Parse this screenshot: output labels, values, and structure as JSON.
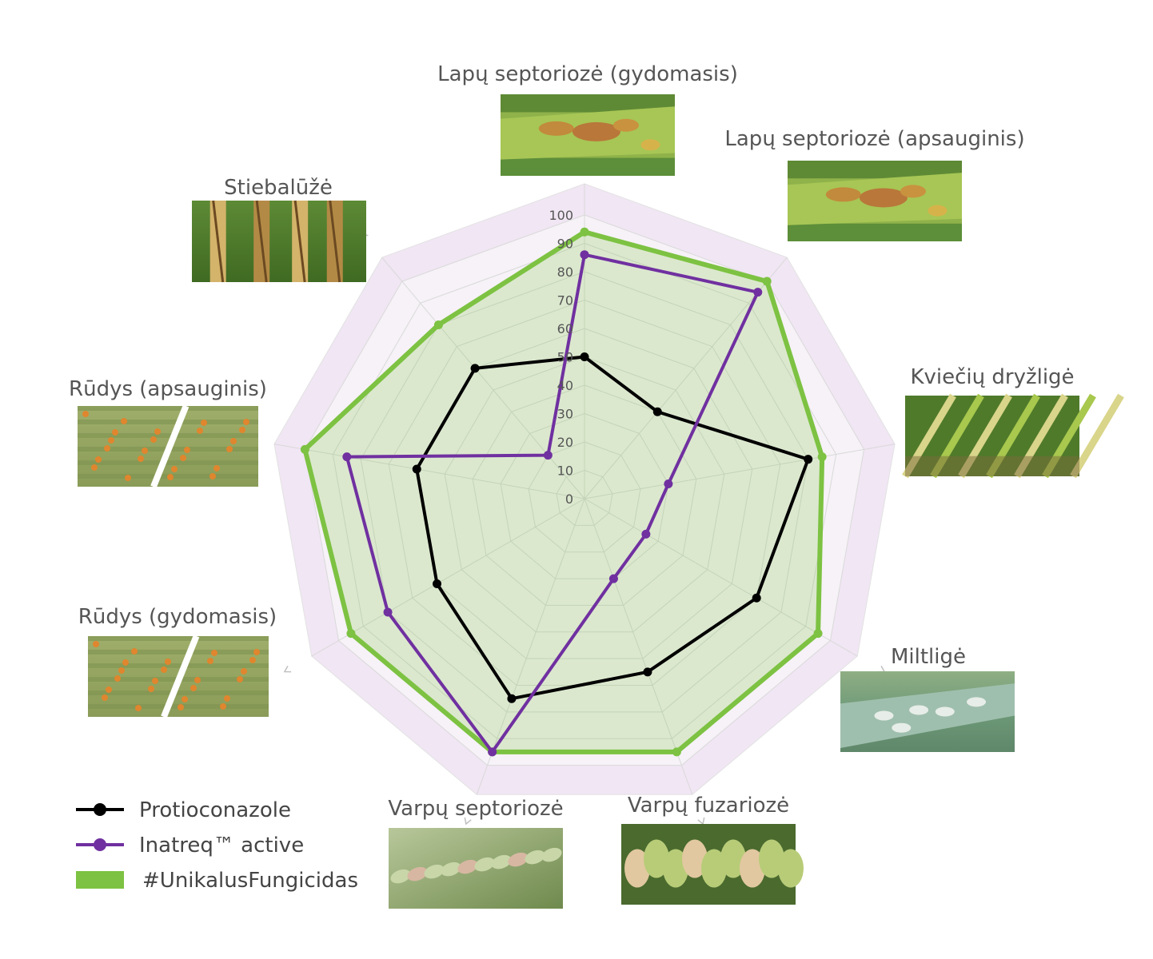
{
  "chart_data": {
    "type": "radar",
    "categories": [
      "Lapų septoriozė (gydomasis)",
      "Lapų septoriozė (apsauginis)",
      "Kviečių dryžligė",
      "Miltligė",
      "Varpų fuzariozė",
      "Varpų septoriozė",
      "Rūdys (gydomasis)",
      "Rūdys (apsauginis)",
      "Stiebalūžė"
    ],
    "rticks": [
      0,
      10,
      20,
      30,
      40,
      50,
      60,
      70,
      80,
      90,
      100
    ],
    "rlim": [
      0,
      100
    ],
    "series": [
      {
        "name": "Protioconazole",
        "style": "line-marker",
        "color": "#000000",
        "values": [
          50,
          40,
          80,
          70,
          65,
          75,
          60,
          60,
          60
        ]
      },
      {
        "name": "Inatreq™ active",
        "style": "line-marker",
        "color": "#7030a0",
        "values": [
          86,
          95,
          30,
          25,
          30,
          95,
          80,
          85,
          20
        ]
      },
      {
        "name": "#UnikalusFungicidas",
        "style": "line-area",
        "color": "#7dc242",
        "values": [
          94,
          100,
          85,
          95,
          95,
          95,
          95,
          100,
          80
        ]
      }
    ],
    "background_ring_color": "#f1e6f4",
    "grid": true,
    "legend_position": "bottom-left"
  },
  "legend": {
    "items": [
      "Protioconazole",
      "Inatreq™ active",
      "#UnikalusFungicidas"
    ]
  },
  "photos": [
    {
      "caption": "Lapų septoriozė (gydomasis)",
      "icon": "leaf-septoria-photo"
    },
    {
      "caption": "Lapų septoriozė (apsauginis)",
      "icon": "leaf-septoria-photo"
    },
    {
      "caption": "Kviečių dryžligė",
      "icon": "tan-spot-photo"
    },
    {
      "caption": "Miltligė",
      "icon": "powdery-mildew-photo"
    },
    {
      "caption": "Varpų fuzariozė",
      "icon": "fusarium-ear-photo"
    },
    {
      "caption": "Varpų septoriozė",
      "icon": "ear-septoria-photo"
    },
    {
      "caption": "Rūdys (gydomasis)",
      "icon": "rust-photo"
    },
    {
      "caption": "Rūdys (apsauginis)",
      "icon": "rust-photo"
    },
    {
      "caption": "Stiebalūžė",
      "icon": "eyespot-stem-photo"
    }
  ]
}
